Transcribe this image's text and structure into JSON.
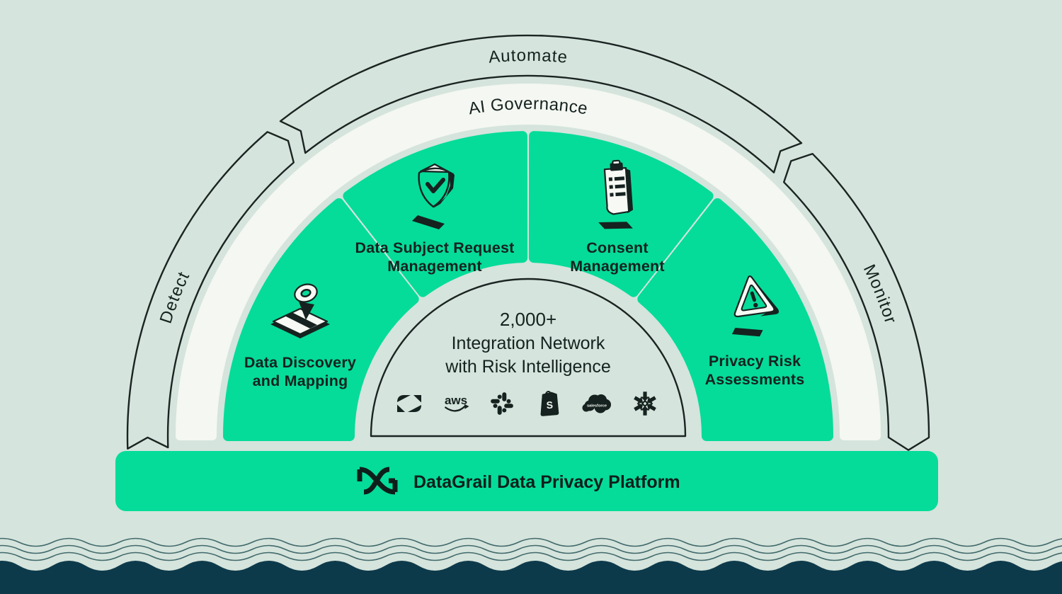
{
  "title": "DataGrail Data Privacy Platform diagram",
  "ribbon": {
    "left": "Detect",
    "top": "Automate",
    "right": "Monitor"
  },
  "band": {
    "label": "AI Governance"
  },
  "segments": [
    {
      "line1": "Data Discovery",
      "line2": "and Mapping",
      "icon": "map-pin-icon"
    },
    {
      "line1": "Data Subject Request",
      "line2": "Management",
      "icon": "shield-check-icon"
    },
    {
      "line1": "Consent",
      "line2": "Management",
      "icon": "clipboard-checklist-icon"
    },
    {
      "line1": "Privacy Risk",
      "line2": "Assessments",
      "icon": "warning-triangle-icon"
    }
  ],
  "center": {
    "line1": "2,000+",
    "line2": "Integration Network",
    "line3": "with Risk Intelligence",
    "integrations": [
      "Zendesk",
      "AWS",
      "Slack",
      "Shopify",
      "Salesforce",
      "Snowflake"
    ]
  },
  "logo_text": {
    "aws": "aws",
    "salesforce": "salesforce",
    "shopify": "S"
  },
  "platform_bar": {
    "label": "DataGrail Data Privacy Platform"
  },
  "colors": {
    "background": "#d5e4dc",
    "green": "#05dc99",
    "band_white": "#f4f7f2",
    "ink": "#15221f",
    "navy": "#0d3a4b"
  }
}
